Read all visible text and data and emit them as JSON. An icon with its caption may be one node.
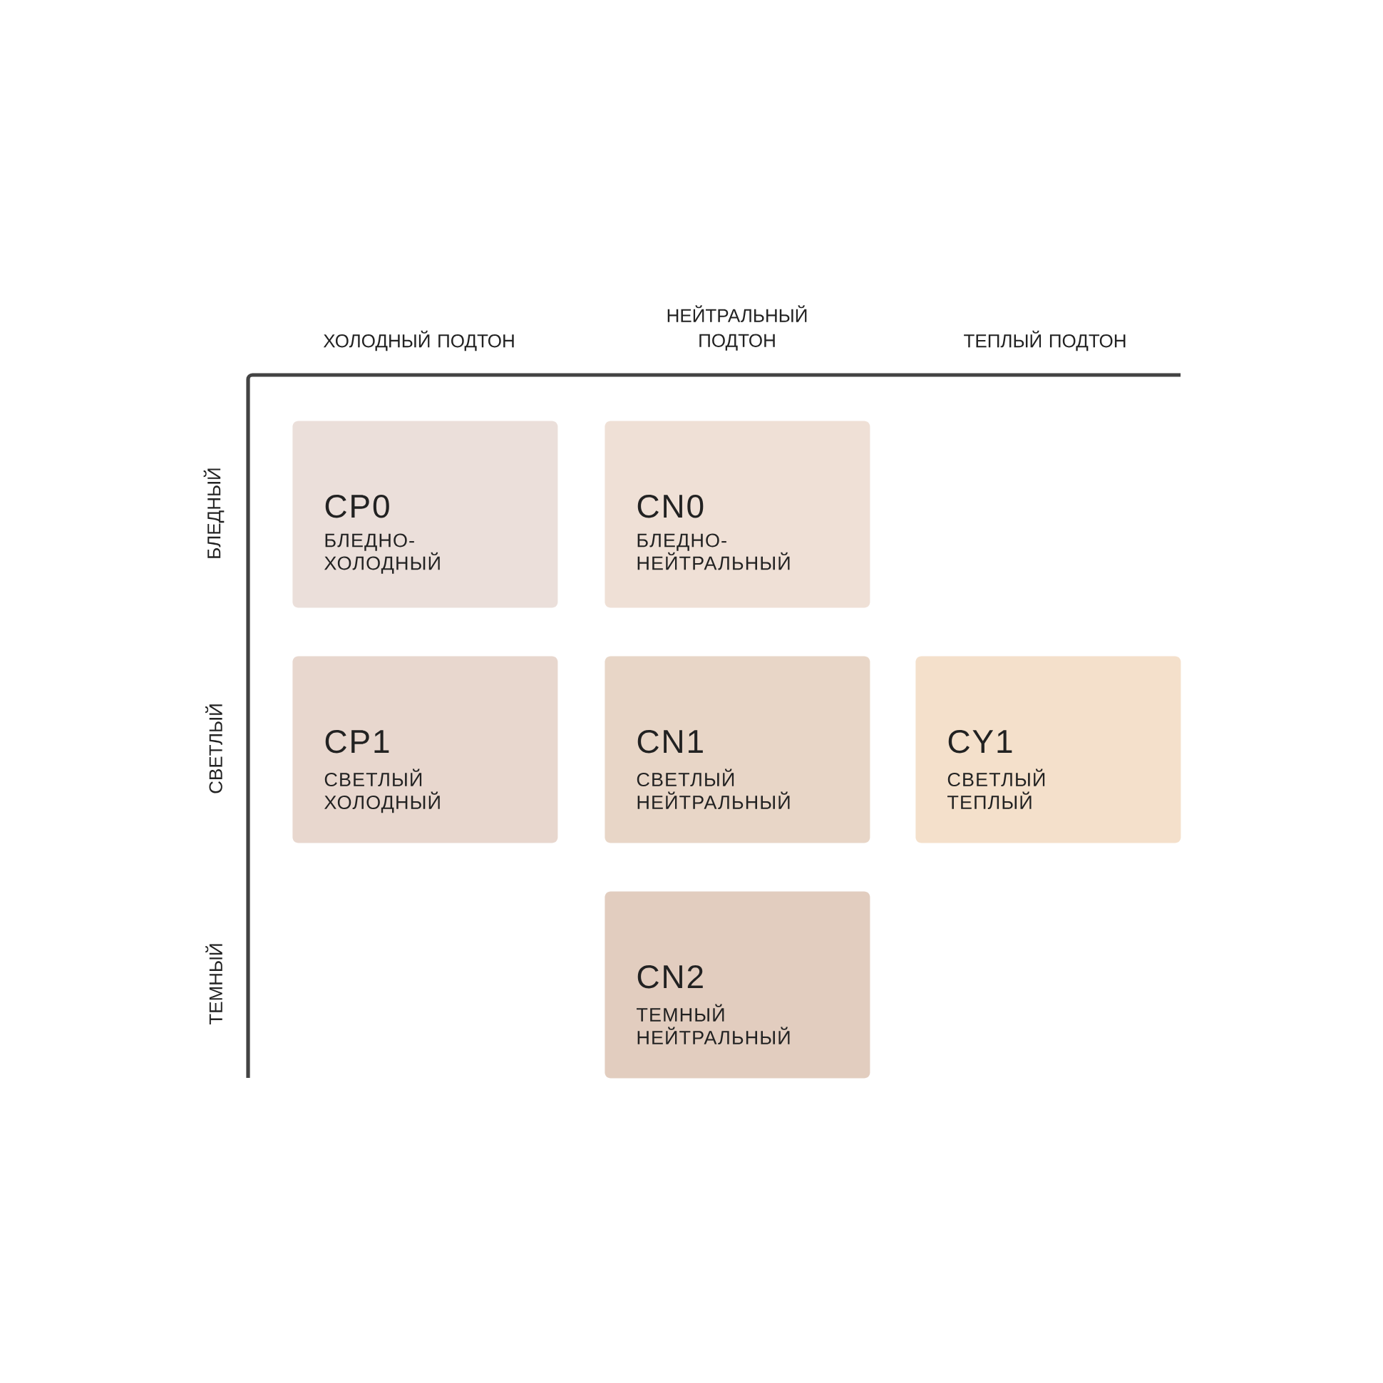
{
  "diagram": {
    "nodes": [
      {
        "text": [
          "CP0",
          "БЛЕДНО-ХОЛОДНЫЙ"
        ]
      },
      {
        "text": [
          "CN0",
          "БЛЕДНО-НЕЙТРАЛЬНЫЙ"
        ]
      },
      {
        "text": [
          "CP1",
          "СВЕТЛЫЙ ХОЛОДНЫЙ"
        ]
      },
      {
        "text": [
          "CN1",
          "СВЕТЛЫЙ НЕЙТРАЛЬНЫЙ"
        ]
      },
      {
        "text": [
          "CY1",
          "СВЕТЛЫЙ ТЕПЛЫЙ"
        ]
      },
      {
        "text": [
          "CN2",
          "ТЕМНЫЙ НЕЙТРАЛЬНЫЙ"
        ]
      }
    ],
    "labels": [
      "ХОЛОДНЫЙ ПОДТОН",
      "НЕЙТРАЛЬНЫЙ ПОДТОН",
      "ТЕПЛЫЙ ПОДТОН",
      "БЛЕДНЫЙ",
      "СВЕТЛЫЙ",
      "ТЕМНЫЙ"
    ]
  }
}
